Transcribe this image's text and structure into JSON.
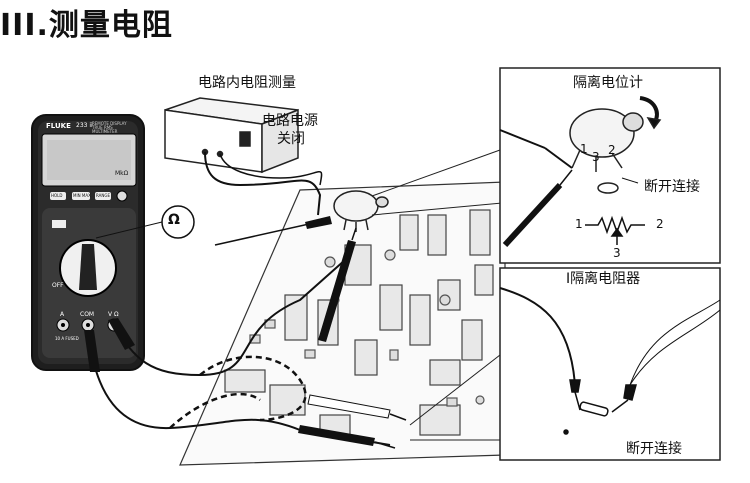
{
  "title": "III.测量电阻",
  "labels": {
    "in_circuit": "电路内电阻测量",
    "circuit_power": "电路电源",
    "turned_off": "关闭",
    "isolate_pot": "隔离电位计",
    "disconnect_1": "断开连接",
    "isolate_resistor": "I隔离电阻器",
    "disconnect_2": "断开连接"
  },
  "meter": {
    "brand": "FLUKE",
    "model": "233 ii",
    "subtitle": "REMOTE DISPLAY TRUE RMS MULTIMETER",
    "display_unit": "MkΩ",
    "buttons": [
      "HOLD",
      "MIN MAX",
      "RANGE"
    ],
    "dial_off": "OFF",
    "ohm_callout": "Ω",
    "jacks": [
      "A",
      "COM",
      "V Ω"
    ],
    "fused": "10 A FUSED"
  },
  "pot_pins": {
    "p1": "1",
    "p2": "2",
    "p3": "3"
  },
  "schematic": {
    "pin1": "1",
    "pin2": "2",
    "pin3": "3"
  }
}
